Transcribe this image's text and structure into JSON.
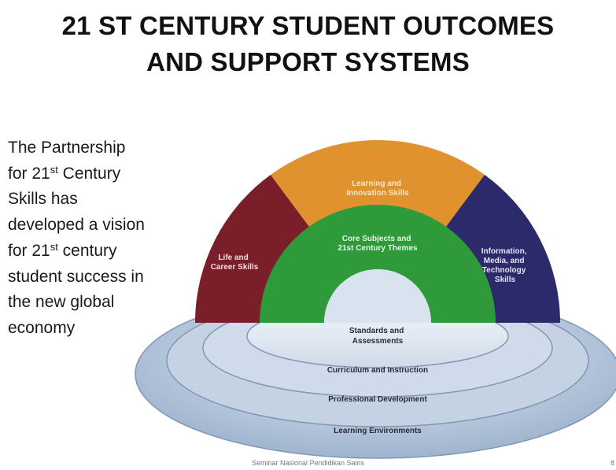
{
  "title": {
    "line1": "21 ST CENTURY STUDENT OUTCOMES",
    "line2": "AND SUPPORT SYSTEMS"
  },
  "body": {
    "l1": "The Partnership",
    "l2_pre": "for 21",
    "l2_sup": "st",
    "l2_post": " Century",
    "l3": "Skills has",
    "l4": "developed a vision",
    "l5_pre": "for 21",
    "l5_sup": "st",
    "l5_post": " century",
    "l6": "student success in",
    "l7": "the new global",
    "l8": "economy"
  },
  "diagram": {
    "colors": {
      "life_career": "#7a1f2a",
      "learning_innovation": "#e0922e",
      "information_media": "#2c2a6b",
      "core_subjects": "#2f9a3a",
      "rings_base": "#b9c9de",
      "rings_edge": "#7f97b5"
    },
    "segments": {
      "learning_innovation": [
        "Learning and",
        "Innovation Skills"
      ],
      "life_career": [
        "Life and",
        "Career Skills"
      ],
      "information_media": [
        "Information,",
        "Media, and",
        "Technology",
        "Skills"
      ],
      "core_subjects": [
        "Core Subjects and",
        "21st Century Themes"
      ]
    },
    "support_systems": {
      "standards": [
        "Standards and",
        "Assessments"
      ],
      "curriculum": "Curriculum and Instruction",
      "professional": "Professional Development",
      "environments": "Learning Environments"
    }
  },
  "footer": {
    "text": "Seminar Nasional Pendidikan Sains",
    "page": "8"
  }
}
